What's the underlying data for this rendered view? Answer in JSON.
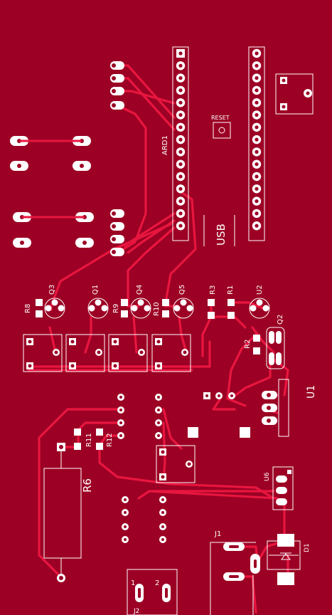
{
  "board": {
    "background": "#9c0024",
    "trace_color": "#e8163f",
    "pad_color": "#ffffff",
    "silk_color": "#ffffff"
  },
  "labels": {
    "ard1": "ARD1",
    "reset": "RESET",
    "usb": "USB",
    "q3": "Q3",
    "q1": "Q1",
    "q4": "Q4",
    "q5": "Q5",
    "r8": "R8",
    "r9": "R9",
    "r10": "R10",
    "r3": "R3",
    "r1": "R1",
    "u2": "U2",
    "q2": "Q2",
    "r2": "R2",
    "u1": "U1",
    "r11": "R11",
    "r12": "R12",
    "r6": "R6",
    "u6": "U6",
    "j1": "J1",
    "d1": "D1",
    "j2": "J2",
    "j2_pin1": "1",
    "j2_pin2": "2"
  }
}
